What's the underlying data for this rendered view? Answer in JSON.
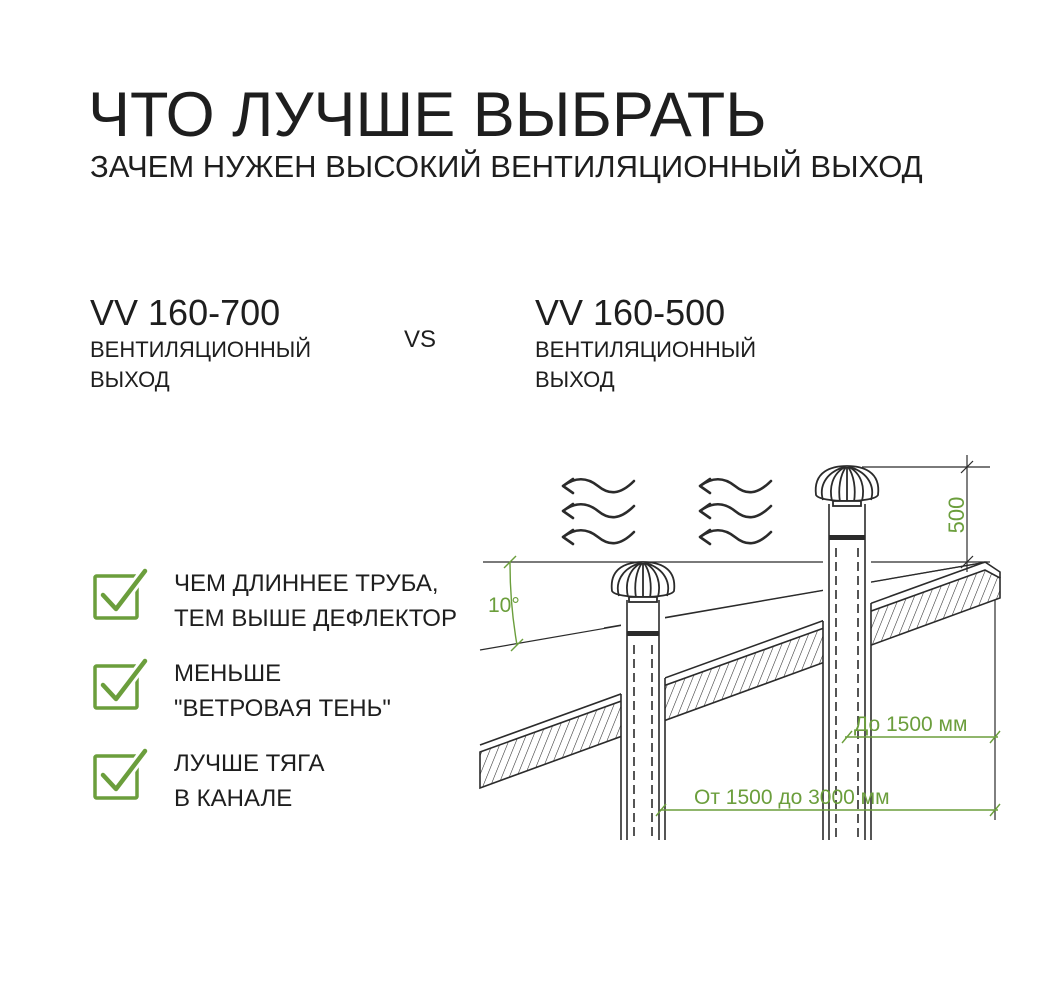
{
  "header": {
    "title": "ЧТО ЛУЧШЕ ВЫБРАТЬ",
    "subtitle": "ЗАЧЕМ НУЖЕН ВЫСОКИЙ ВЕНТИЛЯЦИОННЫЙ ВЫХОД"
  },
  "comparison": {
    "left": {
      "model": "VV 160-700",
      "type_line1": "ВЕНТИЛЯЦИОННЫЙ",
      "type_line2": "ВЫХОД"
    },
    "vs": "VS",
    "right": {
      "model": "VV 160-500",
      "type_line1": "ВЕНТИЛЯЦИОННЫЙ",
      "type_line2": "ВЫХОД"
    }
  },
  "benefits": [
    {
      "line1": "ЧЕМ ДЛИННЕЕ ТРУБА,",
      "line2": "ТЕМ ВЫШЕ ДЕФЛЕКТОР"
    },
    {
      "line1": "МЕНЬШЕ",
      "line2": "\"ВЕТРОВАЯ ТЕНЬ\""
    },
    {
      "line1": "ЛУЧШЕ ТЯГА",
      "line2": "В КАНАЛЕ"
    }
  ],
  "diagram": {
    "dim_height": "500",
    "angle": "10°",
    "dim_near": "До 1500 мм",
    "dim_far": "От 1500 до 3000 мм"
  },
  "colors": {
    "text": "#1e1e1e",
    "accent": "#6b9e3c",
    "drawing": "#2b2b2b"
  },
  "icons": {
    "benefit": "check-icon",
    "wind": "wind-arrow-icon",
    "deflector": "turbine-deflector-icon"
  }
}
